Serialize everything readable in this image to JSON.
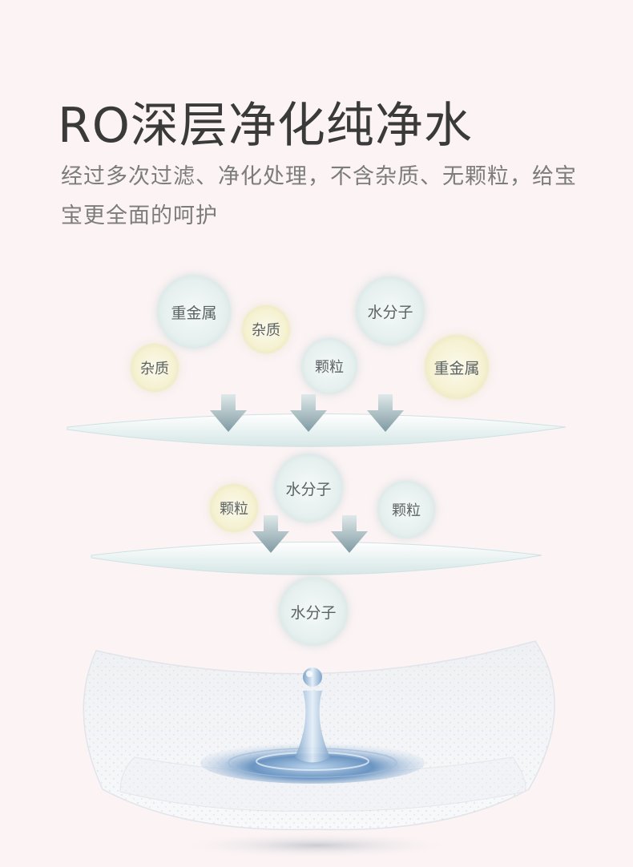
{
  "heading": {
    "title": "RO深层净化纯净水",
    "subtitle": "经过多次过滤、净化处理，不含杂质、无颗粒，给宝宝更全面的呵护"
  },
  "stage1": {
    "bubbles": [
      {
        "label": "重金属",
        "kind": "blue"
      },
      {
        "label": "杂质",
        "kind": "yellow"
      },
      {
        "label": "杂质",
        "kind": "yellow"
      },
      {
        "label": "颗粒",
        "kind": "blue"
      },
      {
        "label": "水分子",
        "kind": "blue"
      },
      {
        "label": "重金属",
        "kind": "yellow"
      }
    ]
  },
  "stage2": {
    "bubbles": [
      {
        "label": "水分子",
        "kind": "blue"
      },
      {
        "label": "颗粒",
        "kind": "yellow"
      },
      {
        "label": "颗粒",
        "kind": "blue"
      }
    ]
  },
  "stage3": {
    "bubbles": [
      {
        "label": "水分子",
        "kind": "blue"
      }
    ]
  },
  "colors": {
    "background": "#fbf3f4",
    "title": "#3a3a3a",
    "subtitle": "#7c7c7c",
    "arrow": "#8fa7ad",
    "filter": "#dbeaea",
    "water": "#4f7fb0"
  }
}
